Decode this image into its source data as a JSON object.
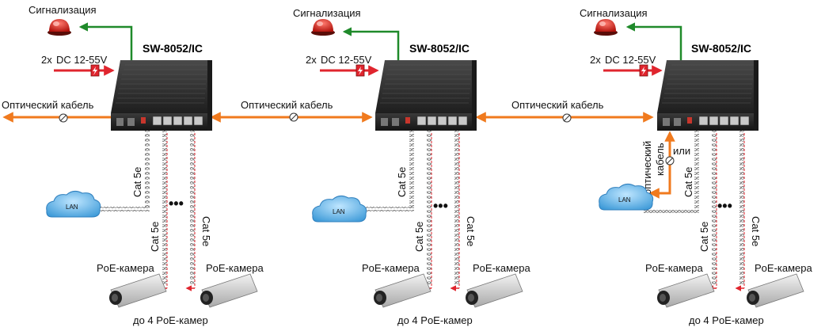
{
  "units": [
    {
      "alarm_label": "Сигнализация",
      "model": "SW-8052/IC",
      "power_multiplier": "2x",
      "power_label": "DC 12-55V",
      "fiber_label": "Оптический кабель",
      "cat_uplink": "Cat 5e",
      "lan": "LAN",
      "cat_cam_left": "Cat 5e",
      "cat_cam_right": "Cat 5e",
      "cam_left": "PoE-камера",
      "cam_right": "PoE-камера",
      "dots": "•••",
      "bottom": "до 4 PoE-камер"
    },
    {
      "alarm_label": "Сигнализация",
      "model": "SW-8052/IC",
      "power_multiplier": "2x",
      "power_label": "DC 12-55V",
      "fiber_label": "Оптический кабель",
      "cat_uplink": "Cat 5e",
      "lan": "LAN",
      "cat_cam_left": "Cat 5e",
      "cat_cam_right": "Cat 5e",
      "cam_left": "PoE-камера",
      "cam_right": "PoE-камера",
      "dots": "•••",
      "bottom": "до 4 PoE-камер"
    },
    {
      "alarm_label": "Сигнализация",
      "model": "SW-8052/IC",
      "power_multiplier": "2x",
      "power_label": "DC 12-55V",
      "fiber_label": "Оптический кабель",
      "cat_uplink": "Cat 5e",
      "lan": "LAN",
      "cat_cam_left": "Cat 5e",
      "cat_cam_right": "Cat 5e",
      "cam_left": "PoE-камера",
      "cam_right": "PoE-камера",
      "dots": "•••",
      "bottom": "до 4 PoE-камер",
      "fiber_vertical_1": "оптический",
      "fiber_vertical_2": "кабель",
      "or": "или"
    }
  ],
  "colors": {
    "fiber": "#f07a1e",
    "alarm_arrow": "#1f8a2a",
    "power_arrow": "#e0252e",
    "switch_body": "#2b2b2b",
    "cable": "#6e6e6e"
  }
}
